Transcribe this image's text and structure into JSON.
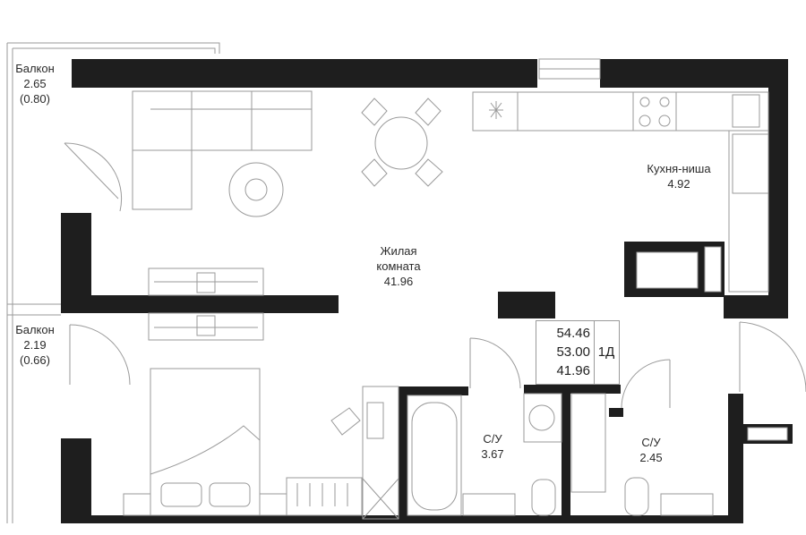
{
  "rooms": {
    "balcony_top": {
      "name": "Балкон",
      "area": "2.65",
      "reduced": "(0.80)"
    },
    "balcony_bottom": {
      "name": "Балкон",
      "area": "2.19",
      "reduced": "(0.66)"
    },
    "living": {
      "name_line1": "Жилая",
      "name_line2": "комната",
      "area": "41.96"
    },
    "kitchen": {
      "name": "Кухня-ниша",
      "area": "4.92"
    },
    "bath1": {
      "name": "С/У",
      "area": "3.67"
    },
    "bath2": {
      "name": "С/У",
      "area": "2.45"
    }
  },
  "summary": {
    "total_area": "54.46",
    "area_without_balcony": "53.00",
    "living_area": "41.96",
    "apartment_type": "1Д"
  },
  "colors": {
    "wall": "#1e1e1e",
    "furniture_line": "#9a9a9a",
    "paper": "#ffffff"
  }
}
